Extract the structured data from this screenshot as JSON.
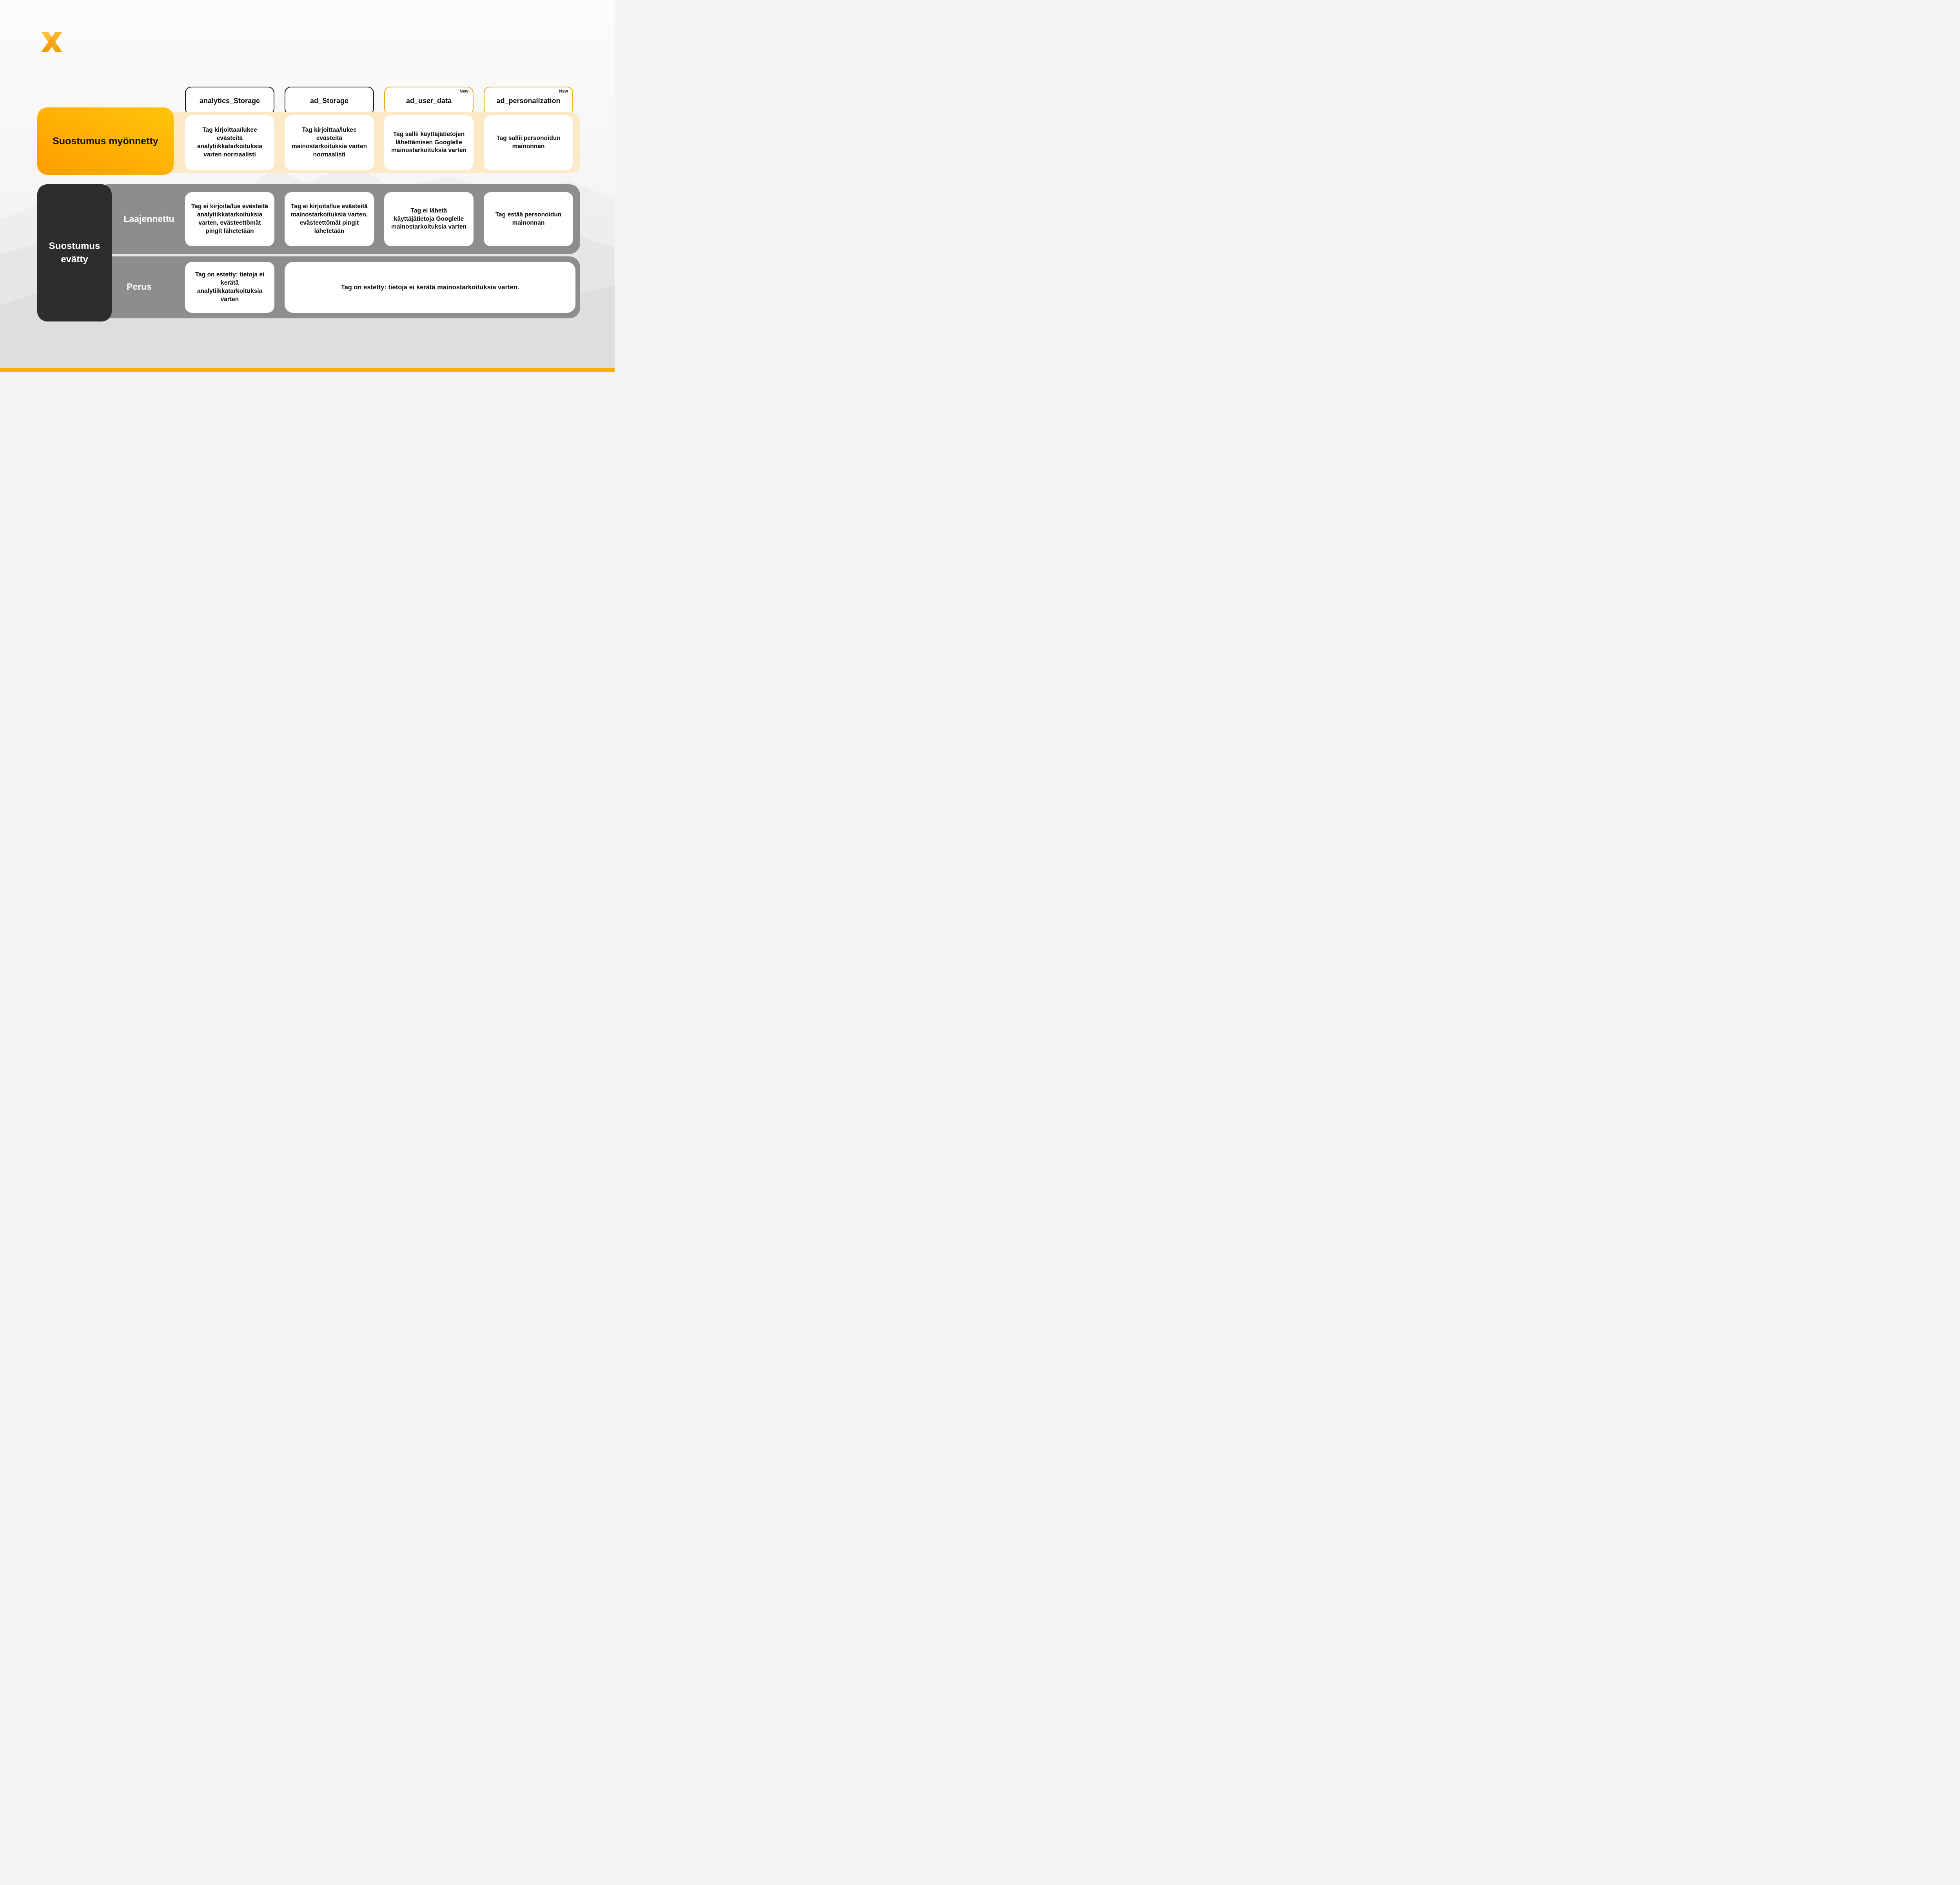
{
  "meta": {
    "accent_orange": "#F9A800",
    "pale_band_color": "#FCEAC6",
    "gray_band_color": "#8D8D8D",
    "dark_panel_color": "#2D2D2D",
    "bottom_bar_color": "#F9B000"
  },
  "logo": {
    "name": "x-logo"
  },
  "columns": [
    {
      "label": "analytics_Storage"
    },
    {
      "label": "ad_Storage"
    },
    {
      "label": "ad_user_data",
      "badge": "New"
    },
    {
      "label": "ad_personalization",
      "badge": "New"
    }
  ],
  "granted": {
    "label": "Suostumus myönnetty",
    "cells": [
      "Tag kirjoittaa/lukee evästeitä analytiikkatarkoituksia varten normaalisti",
      "Tag kirjoittaa/lukee evästeitä mainostarkoituksia varten normaalisti",
      "Tag sallii käyttäjätietojen lähettämisen Googlelle mainostarkoituksia varten",
      "Tag sallii personoidun mainonnan"
    ]
  },
  "denied": {
    "label": "Suostumus evätty",
    "advanced": {
      "label": "Laajennettu",
      "cells": [
        "Tag ei kirjoita/lue evästeitä analytiikkatarkoituksia varten, evästeettömät pingit lähetetään",
        "Tag ei kirjoita/lue evästeitä mainostarkoituksia varten, evästeettömät pingit lähetetään",
        "Tag ei lähetä käyttäjätietoja Googlelle mainostarkoituksia varten",
        "Tag estää personoidun mainonnan"
      ]
    },
    "basic": {
      "label": "Perus",
      "cells": [
        "Tag on estetty: tietoja ei kerätä analytiikkatarkoituksia varten",
        "Tag on estetty: tietoja ei kerätä mainostarkoituksia varten."
      ]
    }
  }
}
